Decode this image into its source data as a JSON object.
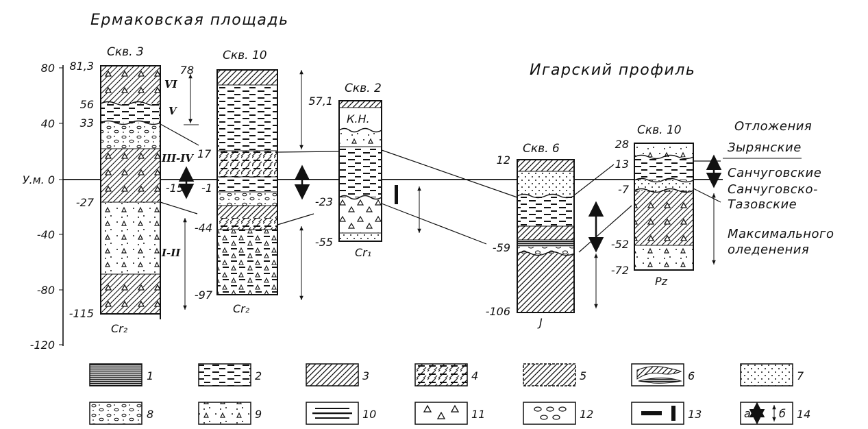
{
  "titles": {
    "ermakov": "Ермаковская площадь",
    "igarka": "Игарский профиль"
  },
  "axis": {
    "ticks": [
      "80",
      "40",
      "У.м. 0",
      "-40",
      "-80",
      "-120"
    ]
  },
  "wells": {
    "w3": {
      "label": "Скв. 3",
      "base": "Cr₂",
      "marks": [
        "81,3",
        "56",
        "33",
        "-27",
        "-115"
      ],
      "right_marks": [
        "17",
        "-15"
      ],
      "units": [
        "VI",
        "V",
        "III-IV",
        "I-II"
      ]
    },
    "w10": {
      "label": "Скв. 10",
      "base": "Cr₂",
      "marks": [
        "78",
        "-1",
        "-44",
        "-97"
      ]
    },
    "w2": {
      "label": "Скв. 2",
      "base": "Cr₁",
      "note": "К.Н.",
      "marks": [
        "57,1",
        "-23",
        "-55"
      ]
    },
    "w6": {
      "label": "Скв. 6",
      "base": "J",
      "marks": [
        "12",
        "-59",
        "-106"
      ]
    },
    "w10b": {
      "label": "Скв. 10",
      "base": "Pz",
      "marks": [
        "28",
        "13",
        "-7",
        "-52",
        "-72"
      ]
    }
  },
  "deposits": {
    "heading": "Отложения",
    "items": [
      "Зырянские",
      "Санчуговские",
      "Санчуговско-",
      "Тазовские",
      "Максимального",
      "оледенения"
    ]
  },
  "legend": [
    "1",
    "2",
    "3",
    "4",
    "5",
    "6",
    "7",
    "8",
    "9",
    "10",
    "11",
    "12",
    "13",
    "14"
  ],
  "legend_ab": [
    "а",
    "б"
  ]
}
